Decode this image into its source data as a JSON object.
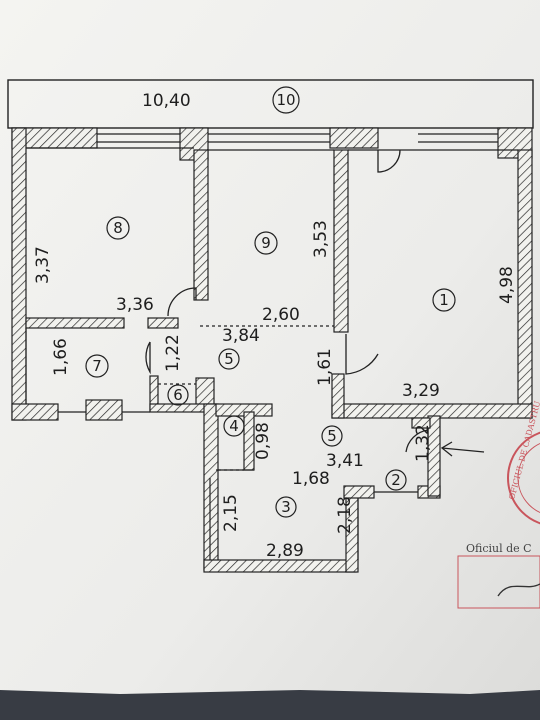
{
  "plan": {
    "balcony": {
      "number": "10",
      "width": "10,40"
    },
    "rooms": [
      {
        "key": "r8",
        "number": "8",
        "label": "3,37",
        "label2": "3,36"
      },
      {
        "key": "r9",
        "number": "9",
        "label": "3,53"
      },
      {
        "key": "r1",
        "number": "1",
        "label": "4,98",
        "label2": "3,29"
      },
      {
        "key": "r7",
        "number": "7",
        "label": "1,66"
      },
      {
        "key": "r6",
        "number": "6"
      },
      {
        "key": "r5",
        "number": "5",
        "label": "3,84"
      },
      {
        "key": "r4",
        "number": "4",
        "label": "0,98"
      },
      {
        "key": "r3",
        "number": "3",
        "label": "2,15",
        "label2": "2,89"
      },
      {
        "key": "r2",
        "number": "2"
      }
    ],
    "dims": {
      "hall_width": "2,60",
      "hall_door": "1,22",
      "hall_right": "1,61",
      "lower_hall_num": "5",
      "lower_hall_a": "3,41",
      "lower_hall_b": "1,68",
      "bath_right": "2,18",
      "entry": "1,32"
    },
    "stamp": {
      "ring_text": "OFICIUL DE CADASTRU",
      "caption": "Oficiul de C"
    }
  }
}
